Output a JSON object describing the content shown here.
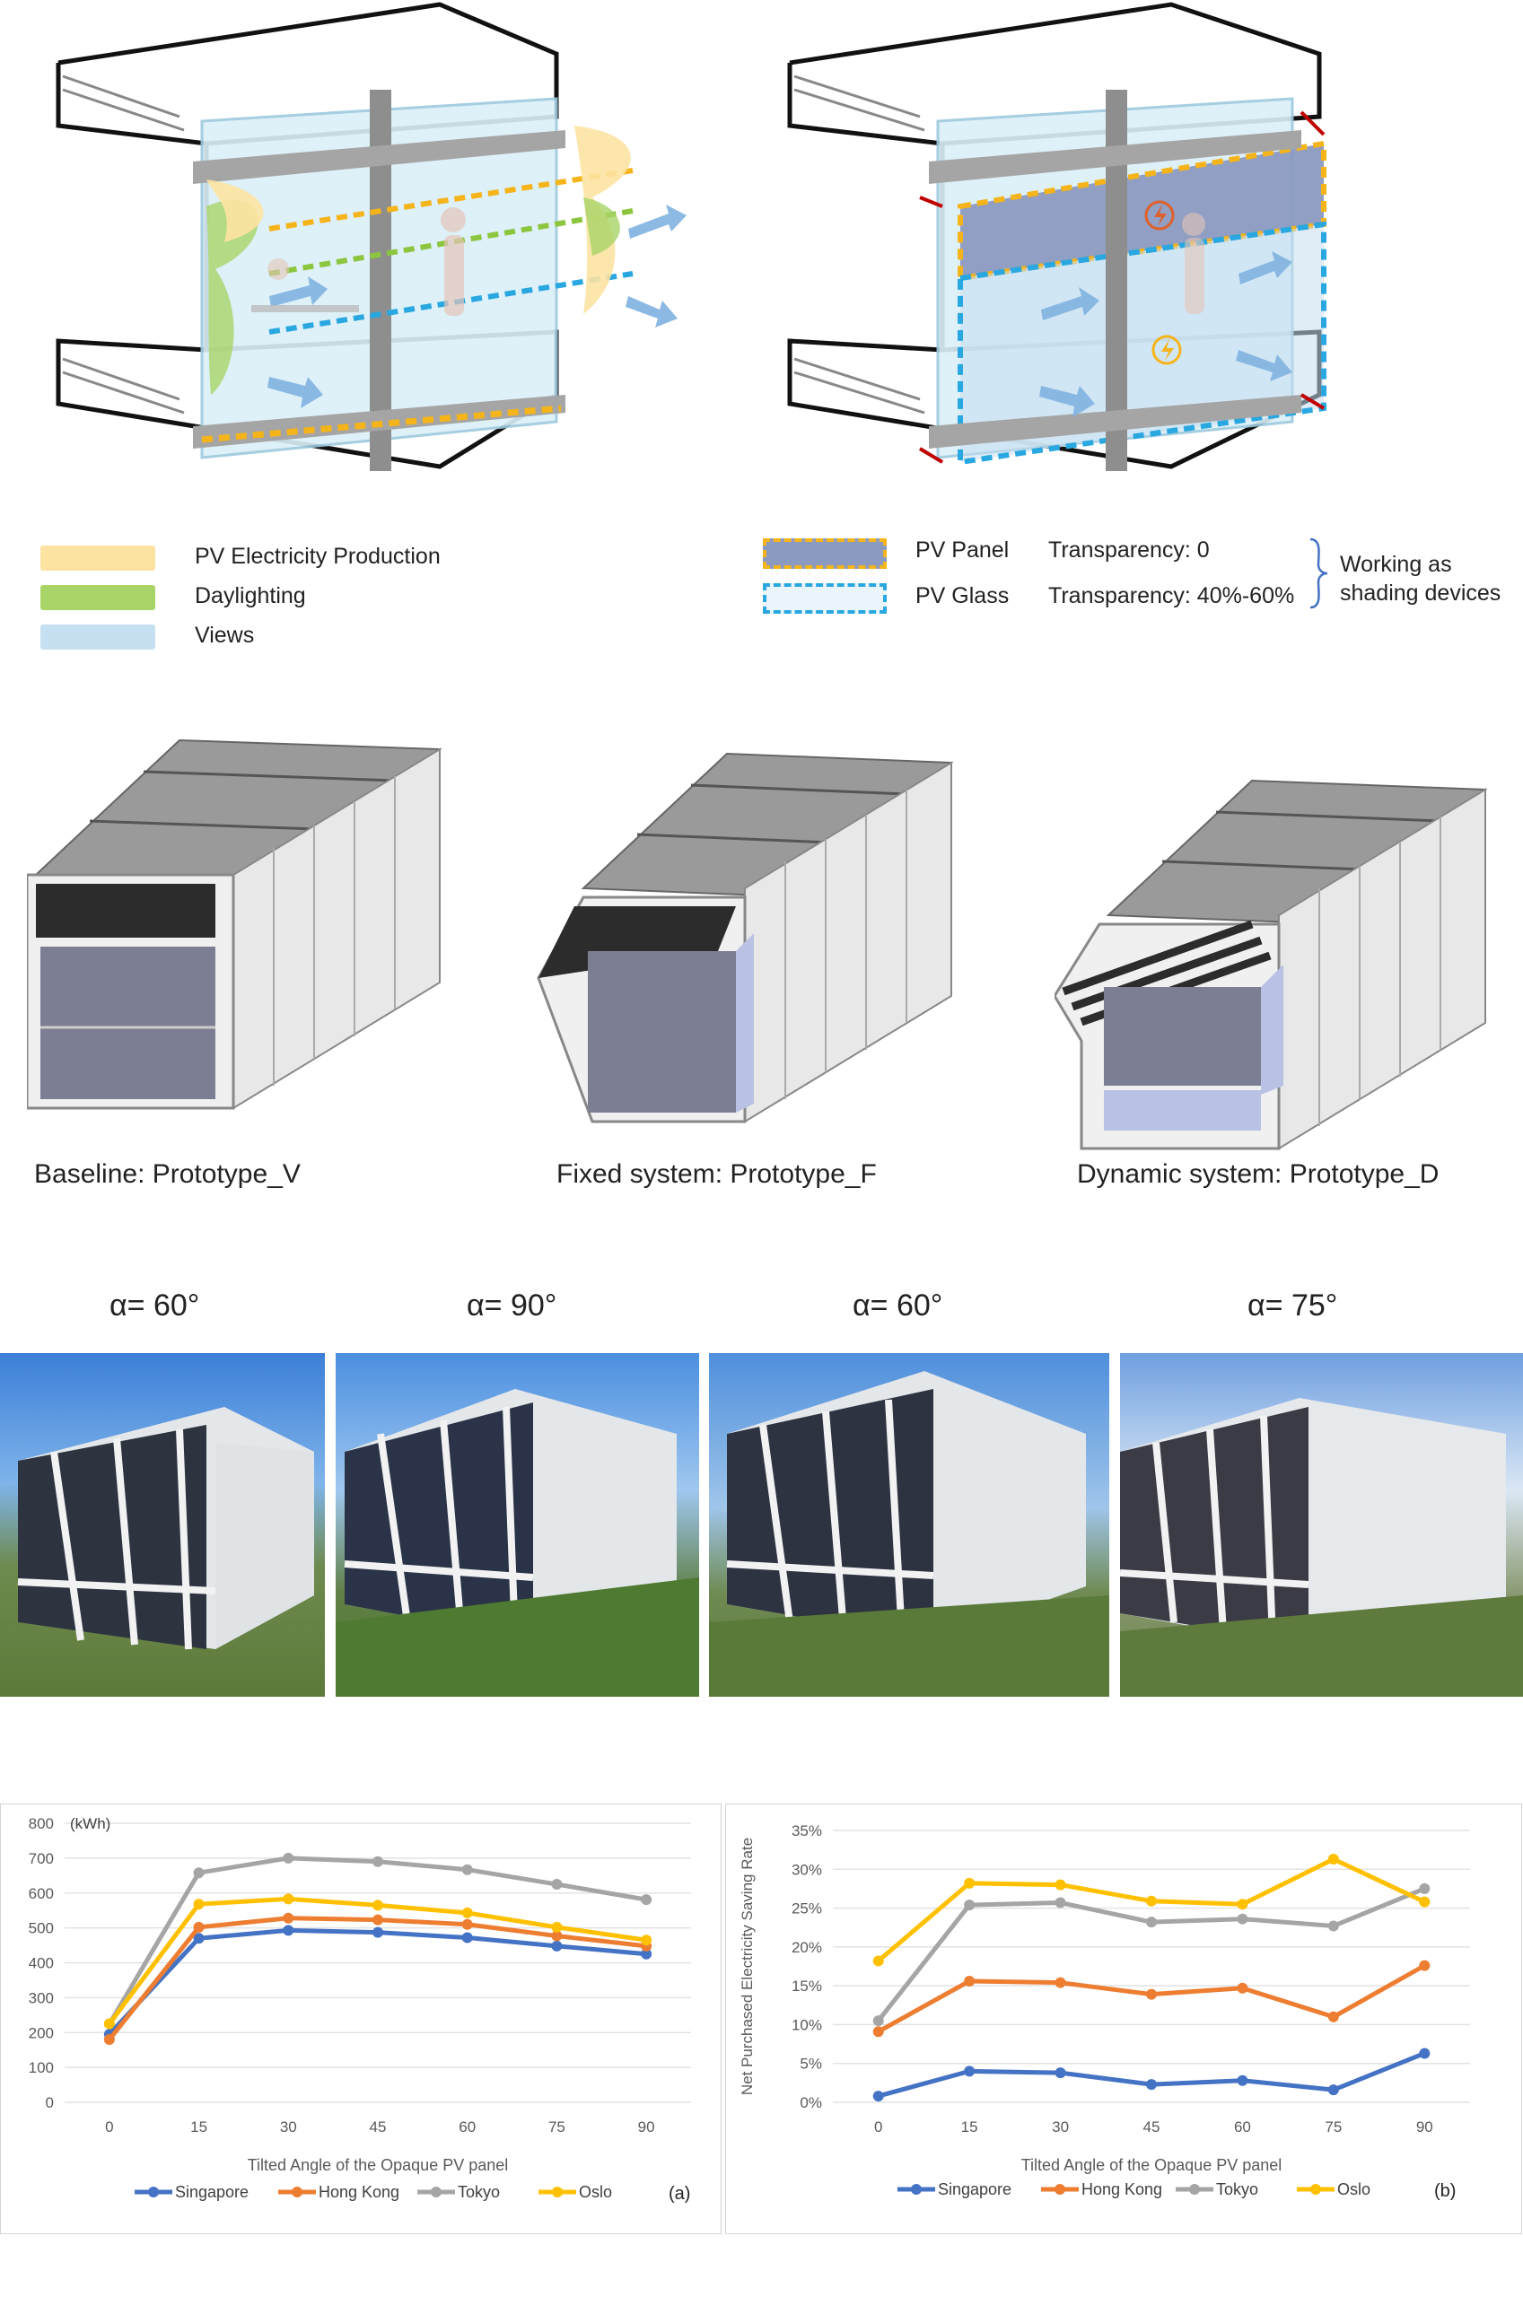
{
  "legend_left": {
    "items": [
      {
        "label": "PV Electricity Production",
        "color": "#fde3a2"
      },
      {
        "label": "Daylighting",
        "color": "#a8d468"
      },
      {
        "label": "Views",
        "color": "#c6dff1"
      }
    ]
  },
  "legend_right": {
    "pv_panel": {
      "label": "PV Panel",
      "transparency": "Transparency: 0"
    },
    "pv_glass": {
      "label": "PV Glass",
      "transparency": "Transparency: 40%-60%"
    },
    "note": "Working as\nshading devices"
  },
  "prototypes": [
    {
      "caption": "Baseline: Prototype_V"
    },
    {
      "caption": "Fixed system: Prototype_F"
    },
    {
      "caption": "Dynamic system: Prototype_D"
    }
  ],
  "photos": [
    {
      "angle": "α= 60°"
    },
    {
      "angle": "α= 90°"
    },
    {
      "angle": "α= 60°"
    },
    {
      "angle": "α= 75°"
    }
  ],
  "colors": {
    "singapore": "#4472c4",
    "hong_kong": "#ed7d31",
    "tokyo": "#a5a5a5",
    "oslo": "#ffc000",
    "pv_yellow": "#f5b41a",
    "pv_blue": "#29a7e0"
  },
  "chart_data": [
    {
      "type": "line",
      "label": "(a)",
      "xlabel": "Tilted Angle of the Opaque PV panel",
      "unit_label": "(kWh)",
      "x": [
        0,
        15,
        30,
        45,
        60,
        75,
        90
      ],
      "ylim": [
        0,
        800
      ],
      "yticks": [
        "0",
        "100",
        "200",
        "300",
        "400",
        "500",
        "600",
        "700",
        "800"
      ],
      "series": [
        {
          "name": "Singapore",
          "values": [
            195,
            470,
            493,
            487,
            472,
            448,
            425
          ]
        },
        {
          "name": "Hong Kong",
          "values": [
            180,
            502,
            528,
            523,
            510,
            477,
            448
          ]
        },
        {
          "name": "Tokyo",
          "values": [
            225,
            658,
            700,
            690,
            667,
            625,
            581
          ]
        },
        {
          "name": "Oslo",
          "values": [
            225,
            568,
            583,
            565,
            543,
            502,
            465
          ]
        }
      ]
    },
    {
      "type": "line",
      "label": "(b)",
      "xlabel": "Tilted Angle of the Opaque PV panel",
      "ylabel": "Net Purchased Electricity Saving Rate",
      "x": [
        0,
        15,
        30,
        45,
        60,
        75,
        90
      ],
      "ylim": [
        0,
        35
      ],
      "yticks": [
        "0%",
        "5%",
        "10%",
        "15%",
        "20%",
        "25%",
        "30%",
        "35%"
      ],
      "series": [
        {
          "name": "Singapore",
          "values": [
            0.8,
            4.0,
            3.8,
            2.3,
            2.8,
            1.6,
            6.3
          ]
        },
        {
          "name": "Hong Kong",
          "values": [
            9.1,
            15.6,
            15.4,
            13.9,
            14.7,
            11.0,
            17.6
          ]
        },
        {
          "name": "Tokyo",
          "values": [
            10.5,
            25.4,
            25.7,
            23.2,
            23.6,
            22.7,
            27.5
          ]
        },
        {
          "name": "Oslo",
          "values": [
            18.2,
            28.2,
            28.0,
            25.9,
            25.5,
            31.3,
            25.8
          ]
        }
      ]
    }
  ]
}
